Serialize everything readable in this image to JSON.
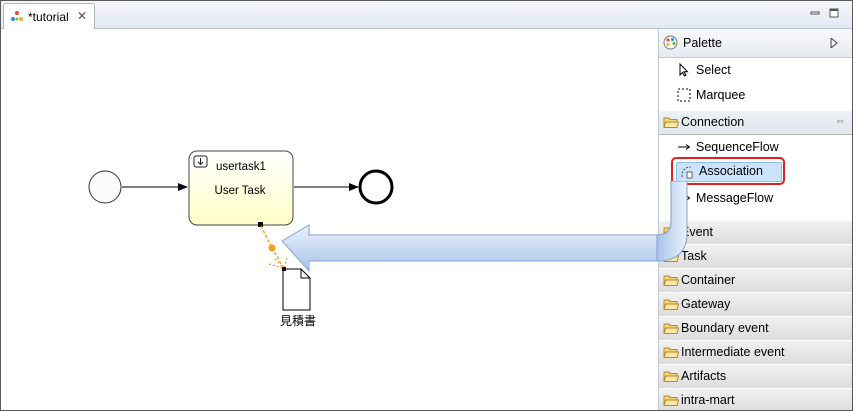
{
  "editor": {
    "tab_label": "*tutorial",
    "tab_close": "✕"
  },
  "diagram": {
    "task_name": "usertask1",
    "task_type": "User Task",
    "artifact_label": "見積書"
  },
  "palette": {
    "title": "Palette",
    "tools": [
      {
        "label": "Select",
        "icon": "pointer-icon"
      },
      {
        "label": "Marquee",
        "icon": "marquee-icon"
      }
    ],
    "connection_drawer": {
      "label": "Connection",
      "collapse_glyph": "⇔",
      "items": [
        {
          "label": "SequenceFlow",
          "icon": "arrow-icon"
        },
        {
          "label": "Association",
          "icon": "association-icon",
          "selected": true
        },
        {
          "label": "MessageFlow",
          "icon": "message-flow-icon"
        }
      ]
    },
    "drawers": [
      {
        "label": "Event"
      },
      {
        "label": "Task"
      },
      {
        "label": "Container"
      },
      {
        "label": "Gateway"
      },
      {
        "label": "Boundary event"
      },
      {
        "label": "Intermediate event"
      },
      {
        "label": "Artifacts"
      },
      {
        "label": "intra-mart"
      }
    ]
  },
  "colors": {
    "selection_outline": "#e02020",
    "annotation_arrow": "#a9c6ea",
    "task_fill": "#ffffd6",
    "association_line": "#f0a020"
  }
}
